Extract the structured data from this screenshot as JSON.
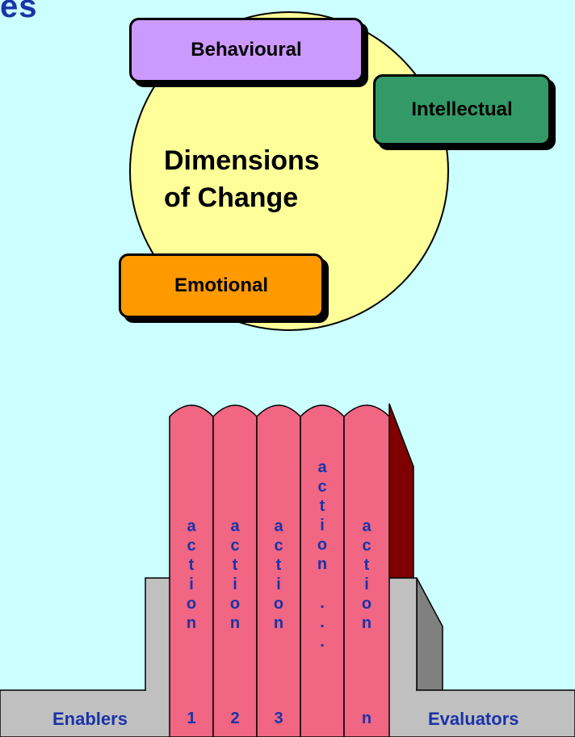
{
  "header": {
    "title_fragment": "es"
  },
  "dimensions": {
    "title_line1": "Dimensions",
    "title_line2": "of Change",
    "behavioural": "Behavioural",
    "intellectual": "Intellectual",
    "emotional": "Emotional"
  },
  "pillars": [
    {
      "word": [
        "a",
        "c",
        "t",
        "i",
        "o",
        "n"
      ],
      "number": "1"
    },
    {
      "word": [
        "a",
        "c",
        "t",
        "i",
        "o",
        "n"
      ],
      "number": "2"
    },
    {
      "word": [
        "a",
        "c",
        "t",
        "i",
        "o",
        "n"
      ],
      "number": "3"
    },
    {
      "word": [
        "a",
        "c",
        "t",
        "i",
        "o",
        "n",
        ".",
        ".",
        "."
      ],
      "number": ""
    },
    {
      "word": [
        "a",
        "c",
        "t",
        "i",
        "o",
        "n"
      ],
      "number": "n"
    }
  ],
  "base": {
    "left_label": "Enablers",
    "right_label": "Evaluators"
  },
  "colors": {
    "background": "#ccffff",
    "circle": "#ffff99",
    "behavioural": "#cc99ff",
    "intellectual": "#339966",
    "emotional": "#ff9900",
    "pillar": "#f06683",
    "pillar_side": "#800000",
    "stand": "#c0c0c0",
    "text_blue": "#1a33a8"
  }
}
